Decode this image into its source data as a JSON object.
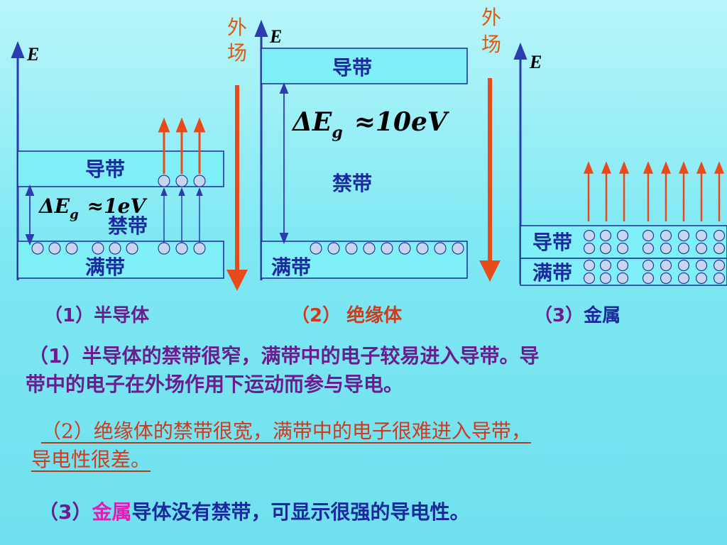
{
  "axis_label": "E",
  "external_field_label": [
    "外",
    "场"
  ],
  "band_labels": {
    "conduction": "导带",
    "forbidden": "禁带",
    "valence": "满带"
  },
  "semiconductor": {
    "gap_text": "ΔE",
    "gap_sub": "g",
    "gap_value": "≈1eV",
    "caption": "（1）半导体"
  },
  "insulator": {
    "gap_text": "ΔE",
    "gap_sub": "g",
    "gap_value": "≈10eV",
    "caption_prefix": "（2）",
    "caption": "绝缘体"
  },
  "metal": {
    "caption_prefix": "（3）",
    "caption": "金属"
  },
  "paragraphs": {
    "p1": "（1）半导体的禁带很窄，满带中的电子较易进入导带。导带中的电子在外场作用下运动而参与导电。",
    "p1_line1": "（1）半导体的禁带很窄，满带中的电子较易进入导带。导",
    "p1_line2": "带中的电子在外场作用下运动而参与导电。",
    "p2_line1": "（2）绝缘体的禁带很宽，满带中的电子很难进入导带，",
    "p2_line2": "导电性很差。",
    "p3_prefix": "（3）",
    "p3_highlight": "金属",
    "p3_rest": "导体没有禁带，可显示很强的导电性。"
  },
  "colors": {
    "band_fill": "#7ff0f8",
    "band_stroke": "#1c2a9a",
    "axis": "#2a3cb0",
    "arrow_red": "#e84a1c",
    "field_text": "#e05a10",
    "electron_fill": "#c6d6ee"
  }
}
